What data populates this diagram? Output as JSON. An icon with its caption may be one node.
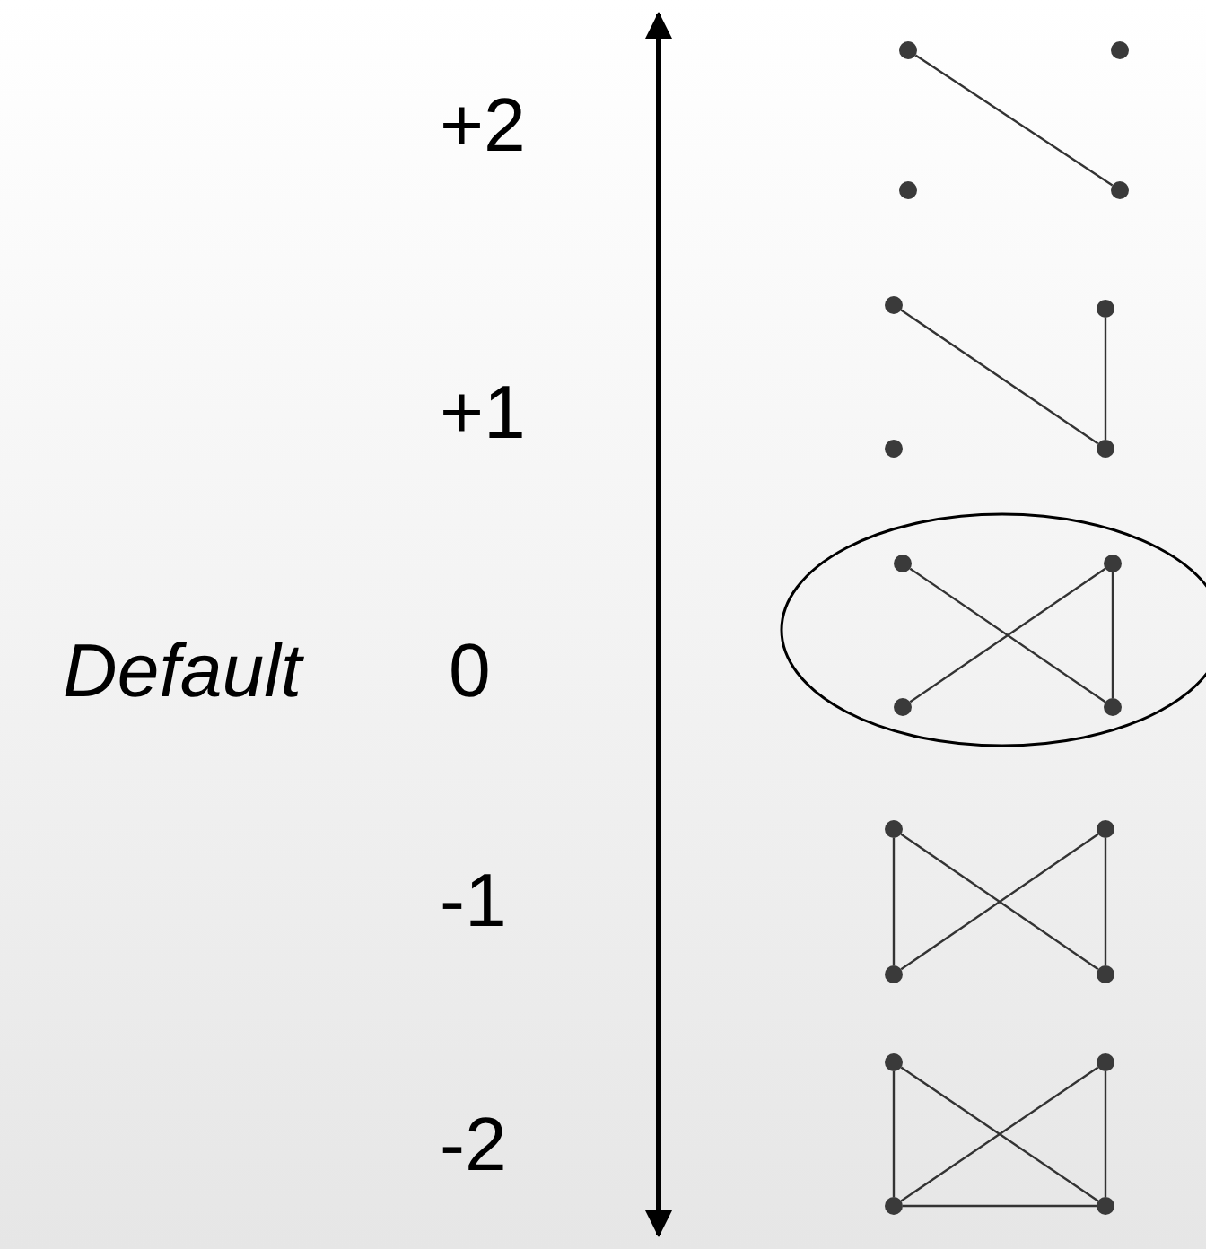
{
  "diagram": {
    "nodes": [
      {
        "text": [],
        "shape": "circle"
      },
      {
        "text": [],
        "shape": "circle"
      },
      {
        "text": [],
        "shape": "circle"
      },
      {
        "text": [],
        "shape": "circle"
      },
      {
        "text": [],
        "shape": "circle"
      },
      {
        "text": [],
        "shape": "circle"
      },
      {
        "text": [],
        "shape": "circle"
      },
      {
        "text": [],
        "shape": "circle"
      },
      {
        "text": [],
        "shape": "ellipse"
      },
      {
        "text": [],
        "shape": "circle",
        "in": 8
      },
      {
        "text": [],
        "shape": "circle",
        "in": 8
      },
      {
        "text": [],
        "shape": "circle",
        "in": 8
      },
      {
        "text": [],
        "shape": "circle",
        "in": 8
      },
      {
        "text": [],
        "shape": "circle"
      },
      {
        "text": [],
        "shape": "circle"
      },
      {
        "text": [],
        "shape": "circle"
      },
      {
        "text": [],
        "shape": "circle"
      },
      {
        "text": [],
        "shape": "circle"
      },
      {
        "text": [],
        "shape": "circle"
      },
      {
        "text": [],
        "shape": "circle"
      },
      {
        "text": [],
        "shape": "circle"
      }
    ],
    "edges": [
      {
        "from": 0,
        "to": 3,
        "arrow": "none"
      },
      {
        "from": 4,
        "to": 7,
        "arrow": "none"
      },
      {
        "from": 5,
        "to": 7,
        "arrow": "none"
      },
      {
        "from": 9,
        "to": 12,
        "arrow": "none"
      },
      {
        "from": 10,
        "to": 11,
        "arrow": "none"
      },
      {
        "from": 10,
        "to": 12,
        "arrow": "none"
      },
      {
        "from": 13,
        "to": 16,
        "arrow": "none"
      },
      {
        "from": 14,
        "to": 15,
        "arrow": "none"
      },
      {
        "from": 13,
        "to": 15,
        "arrow": "none"
      },
      {
        "from": 14,
        "to": 16,
        "arrow": "none"
      },
      {
        "from": 17,
        "to": 20,
        "arrow": "none"
      },
      {
        "from": 18,
        "to": 19,
        "arrow": "none"
      },
      {
        "from": 17,
        "to": 19,
        "arrow": "none"
      },
      {
        "from": 18,
        "to": 20,
        "arrow": "none"
      },
      {
        "from": 19,
        "to": 20,
        "arrow": "none"
      }
    ],
    "labels": [
      "+2",
      "+1",
      "Default",
      "0",
      "-1",
      "-2"
    ]
  }
}
